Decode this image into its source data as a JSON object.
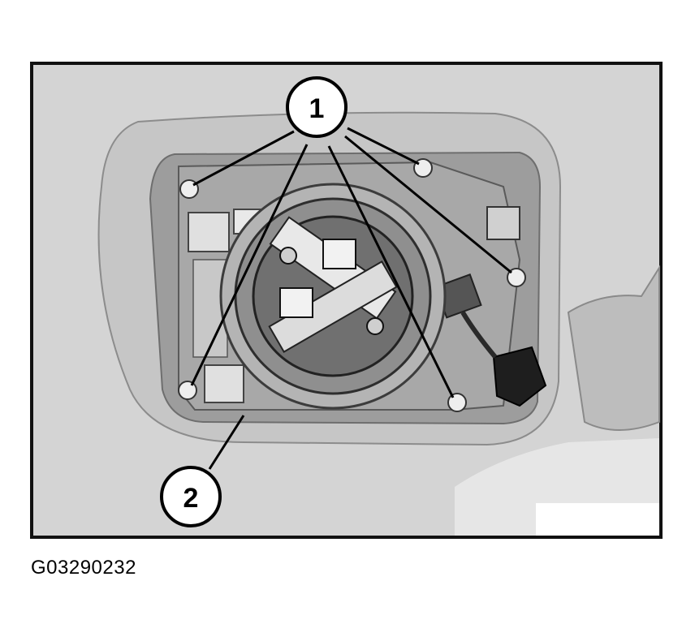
{
  "figure_id": "G03290232",
  "callouts": [
    {
      "label": "1"
    },
    {
      "label": "2"
    }
  ],
  "colors": {
    "frame": "#111111",
    "background": "#d4d4d4",
    "mirror_shell": "#c6c6c6",
    "mirror_inner": "#9d9d9d",
    "callout_fill": "#ffffff"
  }
}
